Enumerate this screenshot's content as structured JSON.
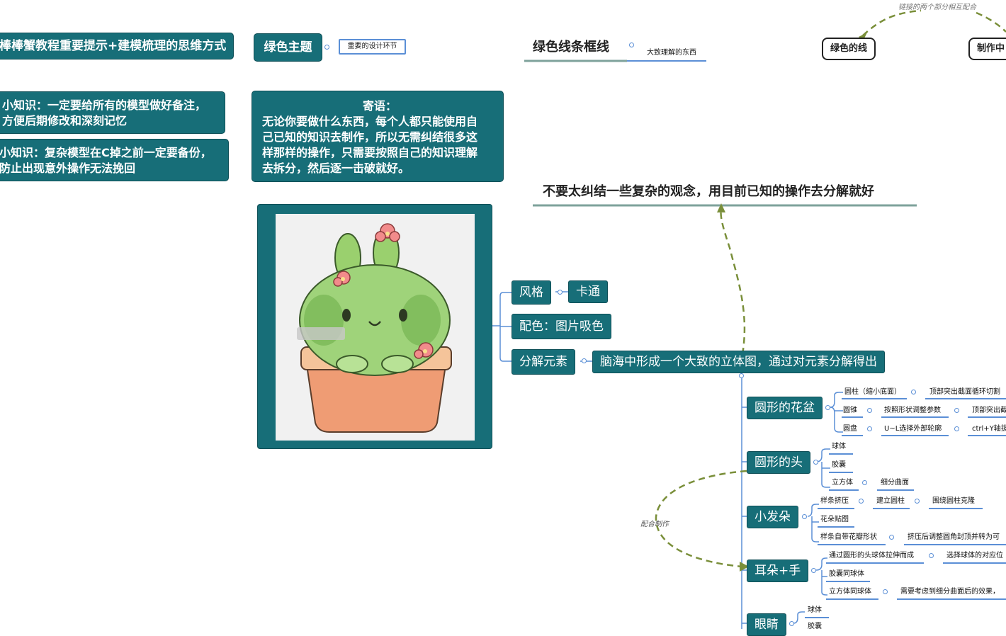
{
  "top_left_title": "棒棒蟹教程重要提示+建模梳理的思维方式",
  "green_theme": {
    "label": "绿色主题",
    "note": "重要的设计环节"
  },
  "green_frame": {
    "title": "绿色线条框线",
    "note": "大致理解的东西"
  },
  "top_right": {
    "left_pill": "绿色的线",
    "right_pill": "制作中",
    "link_label": "链接的两个部分相互配合"
  },
  "tip1": {
    "line1": "小知识：一定要给所有的模型做好备注，",
    "line2": "方便后期修改和深刻记忆"
  },
  "tip2": {
    "line1": "小知识：复杂模型在C掉之前一定要备份，",
    "line2": "防止出现意外操作无法挽回"
  },
  "message": {
    "title": "寄语：",
    "lines": [
      "无论你要做什么东西，每个人都只能使用自",
      "己已知的知识去制作，所以无需纠结很多这",
      "样那样的操作，只需要按照自己的知识理解",
      "去拆分，然后逐一击破就好。"
    ]
  },
  "headline": "不要太纠结一些复杂的观念，用目前已知的操作去分解就好",
  "style_node": {
    "label": "风格",
    "value": "卡通"
  },
  "color_node": "配色：图片吸色",
  "decompose_node": {
    "label": "分解元素",
    "value": "脑海中形成一个大致的立体图，通过对元素分解得出"
  },
  "cooperate_label": "配合制作",
  "branches": [
    {
      "label": "圆形的花盆",
      "rows": [
        [
          "圆柱（缩小底面）",
          "顶部突出截面循环切割"
        ],
        [
          "圆锥",
          "按照形状调整参数",
          "顶部突出截"
        ],
        [
          "圆盘",
          "U~L选择外部轮廓",
          "ctrl+Y轴拔"
        ]
      ]
    },
    {
      "label": "圆形的头",
      "rows": [
        [
          "球体"
        ],
        [
          "胶囊"
        ],
        [
          "立方体",
          "细分曲面"
        ]
      ]
    },
    {
      "label": "小发朵",
      "rows": [
        [
          "样条挤压",
          "建立圆柱",
          "围绕圆柱克隆"
        ],
        [
          "花朵贴图"
        ],
        [
          "样条自带花瓣形状",
          "挤压后调整圆角封顶并转为可"
        ]
      ]
    },
    {
      "label": "耳朵+手",
      "rows": [
        [
          "通过圆形的头球体拉伸而成",
          "选择球体的对应位"
        ],
        [
          "胶囊同球体"
        ],
        [
          "立方体同球体",
          "需要考虑到细分曲面后的效果，"
        ]
      ]
    },
    {
      "label": "眼睛",
      "rows": [
        [
          "球体"
        ],
        [
          "胶囊"
        ]
      ]
    }
  ]
}
